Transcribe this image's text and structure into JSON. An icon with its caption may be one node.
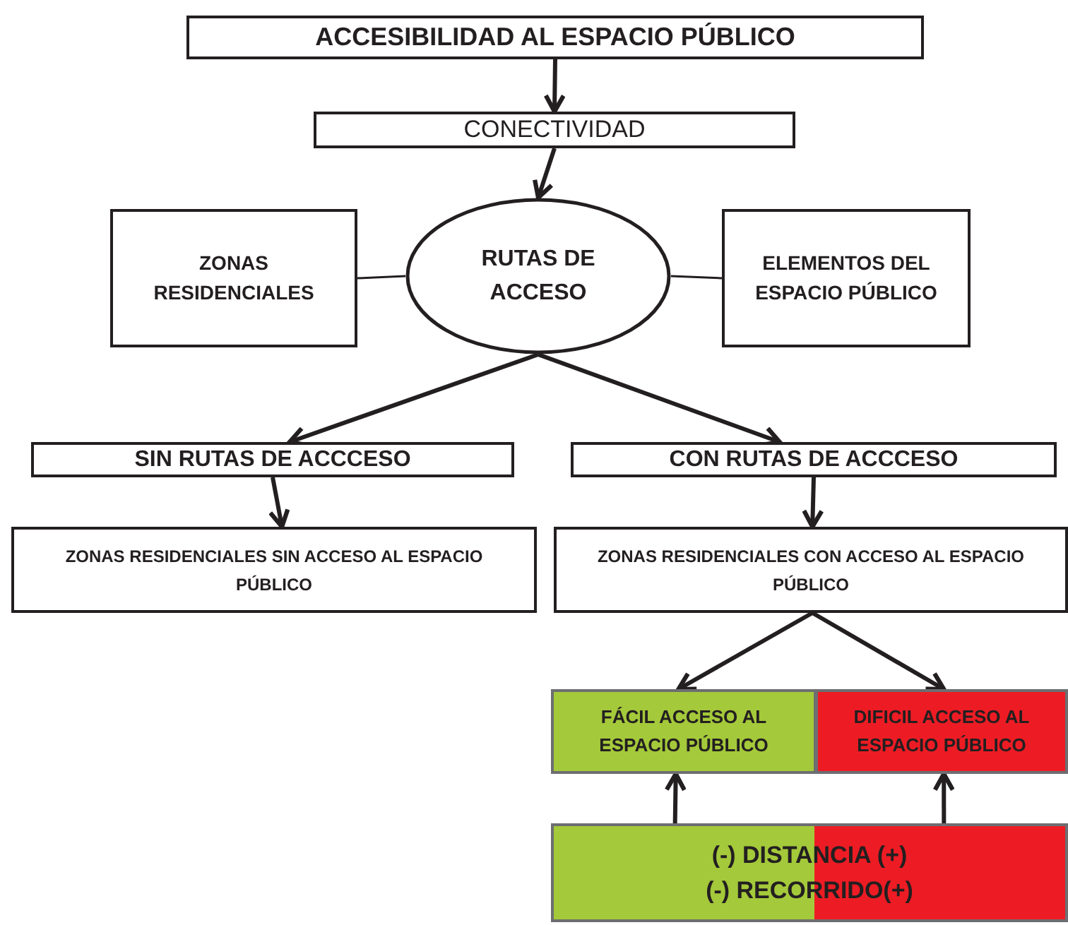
{
  "diagram": {
    "nodes": [
      {
        "text": [
          "ACCESIBILIDAD AL ESPACIO PÚBLICO"
        ]
      },
      {
        "text": [
          "CONECTIVIDAD"
        ]
      },
      {
        "text": [
          "ZONAS RESIDENCIALES"
        ]
      },
      {
        "text": [
          "RUTAS DE ACCESO"
        ]
      },
      {
        "text": [
          "ELEMENTOS DEL ESPACIO PÚBLICO"
        ]
      },
      {
        "text": [
          "SIN RUTAS DE ACCCESO"
        ]
      },
      {
        "text": [
          "CON RUTAS DE ACCCESO"
        ]
      },
      {
        "text": [
          "ZONAS RESIDENCIALES  SIN ACCESO AL ESPACIO PÚBLICO"
        ]
      },
      {
        "text": [
          "ZONAS RESIDENCIALES  CON ACCESO AL ESPACIO PÚBLICO"
        ]
      },
      {
        "text": [
          "FÁCIL ACCESO AL ESPACIO PÚBLICO"
        ]
      },
      {
        "text": [
          "DIFICIL ACCESO AL ESPACIO PÚBLICO"
        ]
      },
      {
        "text": [
          "(-)  DISTANCIA (+)",
          "(-)  RECORRIDO(+)"
        ]
      }
    ],
    "edges": [
      {
        "from": 0,
        "to": 1,
        "arrow": "to"
      },
      {
        "from": 1,
        "to": 3,
        "arrow": "to"
      },
      {
        "from": 2,
        "to": 3,
        "arrow": "none"
      },
      {
        "from": 3,
        "to": 4,
        "arrow": "none"
      },
      {
        "from": 3,
        "to": 5,
        "arrow": "to"
      },
      {
        "from": 3,
        "to": 6,
        "arrow": "to"
      },
      {
        "from": 5,
        "to": 7,
        "arrow": "to"
      },
      {
        "from": 6,
        "to": 8,
        "arrow": "to"
      },
      {
        "from": 8,
        "to": 9,
        "arrow": "to"
      },
      {
        "from": 8,
        "to": 10,
        "arrow": "to"
      },
      {
        "from": 11,
        "to": 9,
        "arrow": "to"
      },
      {
        "from": 11,
        "to": 10,
        "arrow": "to"
      }
    ]
  }
}
